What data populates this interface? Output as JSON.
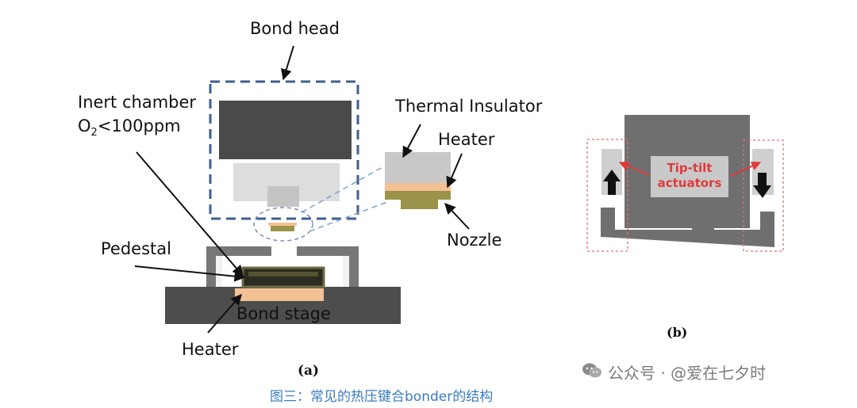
{
  "diagram_a": {
    "labels": {
      "bond_head": "Bond head",
      "inert_chamber": "Inert chamber",
      "o2_prefix": "O",
      "o2_sub": "2",
      "o2_suffix": "<100ppm",
      "pedestal": "Pedestal",
      "thermal_insulator": "Thermal Insulator",
      "heater_right": "Heater",
      "nozzle": "Nozzle",
      "bond_stage": "Bond stage",
      "heater_bottom": "Heater"
    },
    "caption": "(a)",
    "colors": {
      "dark_block": "#4a4a4a",
      "light_block": "#d8d8d8",
      "heater": "#f4c194",
      "nozzle": "#9a9349",
      "dashed_box": "#3f5f8f"
    }
  },
  "diagram_b": {
    "label_line1": "Tip-tilt",
    "label_line2": "actuators",
    "caption": "(b)",
    "colors": {
      "block": "#6e6e6e",
      "red": "#e03a3a"
    }
  },
  "watermark": {
    "icon": "wechat-icon",
    "text": "公众号 · @爱在七夕时"
  },
  "figure_caption": "图三：常见的热压键合bonder的结构"
}
